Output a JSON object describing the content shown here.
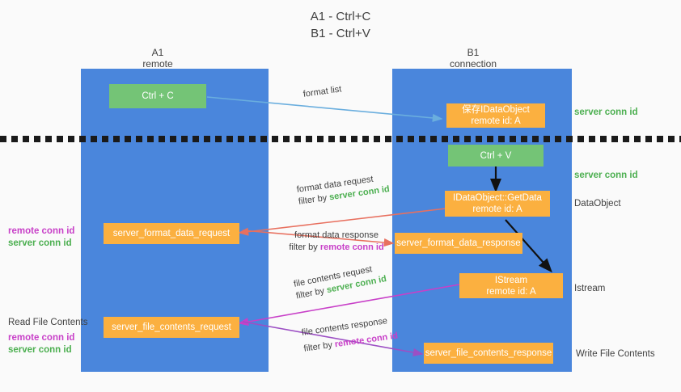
{
  "title": {
    "line1": "A1 - Ctrl+C",
    "line2": "B1 - Ctrl+V"
  },
  "columns": {
    "left": {
      "name": "A1",
      "role": "remote"
    },
    "right": {
      "name": "B1",
      "role": "connection"
    }
  },
  "nodes": {
    "ctrl_c": {
      "label": "Ctrl + C"
    },
    "save_dataobj": {
      "line1": "保存IDataObject",
      "line2": "remote id: A"
    },
    "ctrl_v": {
      "label": "Ctrl + V"
    },
    "getdata": {
      "line1": "IDataObject::GetData",
      "line2": "remote id: A"
    },
    "istream": {
      "line1": "IStream",
      "line2": "remote id: A"
    },
    "fmt_req": {
      "label": "server_format_data_request"
    },
    "fmt_resp": {
      "label": "server_format_data_response"
    },
    "file_req": {
      "label": "server_file_contents_request"
    },
    "file_resp": {
      "label": "server_file_contents_response"
    }
  },
  "edge_labels": {
    "format_list": {
      "text": "format list"
    },
    "format_data_request": {
      "line1": "format data request",
      "prefix": "filter by ",
      "token": "server conn id"
    },
    "format_data_response": {
      "line1": "format data response",
      "prefix": "filter by ",
      "token": "remote conn id"
    },
    "file_contents_request": {
      "line1": "file contents request",
      "prefix": "filter by ",
      "token": "server conn id"
    },
    "file_contents_response": {
      "line1": "file contents response",
      "prefix": "filter by ",
      "token": "remote conn id"
    }
  },
  "annotations": {
    "right_server_conn_1": "server conn id",
    "right_server_conn_2": "server conn id",
    "right_dataobject": "DataObject",
    "right_istream": "Istream",
    "right_write_file": "Write File Contents",
    "left_remote_conn_1": "remote conn id",
    "left_server_conn_1": "server conn id",
    "left_read_file": "Read File Contents",
    "left_remote_conn_2": "remote conn id",
    "left_server_conn_2": "server conn id"
  },
  "colors": {
    "lane": "#4a86dc",
    "green_node": "#74c476",
    "orange_node": "#fbb040",
    "server_conn_id": "#4caf50",
    "remote_conn_id": "#c840c8",
    "arrow_blue": "#6aaede",
    "arrow_red": "#e8705f",
    "arrow_magenta": "#c840c8",
    "arrow_purple": "#9c4fc4",
    "arrow_black": "#111111",
    "background": "#fafafa"
  }
}
